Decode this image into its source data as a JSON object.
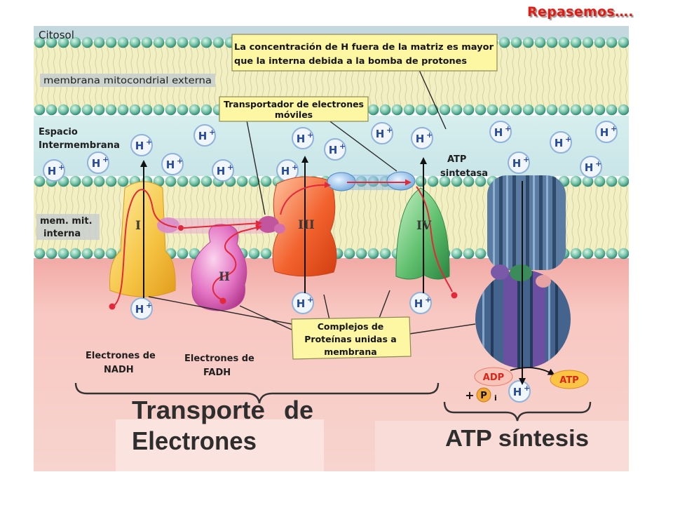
{
  "slide": {
    "title": "Repasemos…."
  },
  "diagram": {
    "cytosol_label": "Citosol",
    "outer_membrane_label": "membrana mitocondrial externa",
    "intermembrane_label": [
      "Espacio",
      "Intermembrana"
    ],
    "inner_membrane_label": [
      "mem. mit.",
      "interna"
    ],
    "concentration_callout": [
      "La concentración de H fuera de la matriz es mayor",
      "que la interna debida a la bomba de protones"
    ],
    "mobile_carrier_callout": [
      "Transportador de electrones",
      "móviles"
    ],
    "complexes_callout": [
      "Complejos de",
      "Proteínas unidas a",
      "membrana"
    ],
    "complex_labels": [
      "I",
      "II",
      "III",
      "IV"
    ],
    "atp_synthase_label": [
      "ATP",
      "sintetasa"
    ],
    "proton": {
      "symbol": "H",
      "charge": "+"
    },
    "electron_sources": {
      "nadh": [
        "Electrones de",
        "NADH"
      ],
      "fadh": [
        "Electrones de",
        "FADH"
      ]
    },
    "sections": {
      "transport": [
        "Transporte",
        "de",
        "Electrones"
      ],
      "synthesis": "ATP síntesis"
    },
    "reaction": {
      "adp": "ADP",
      "plus": "+",
      "phosphate": "P",
      "phosphate_subscript": "i",
      "atp": "ATP"
    }
  },
  "colors": {
    "title": "#e41b12",
    "callout_fill": "#fdf6a3",
    "complex_i": "#f5c342",
    "complex_ii": "#e374c4",
    "complex_iii": "#f2622e",
    "complex_iv": "#5fbf6e",
    "atp_synthase": "#4f6f96",
    "proton_text": "#284b9e",
    "electron_path": "#e3283a"
  }
}
